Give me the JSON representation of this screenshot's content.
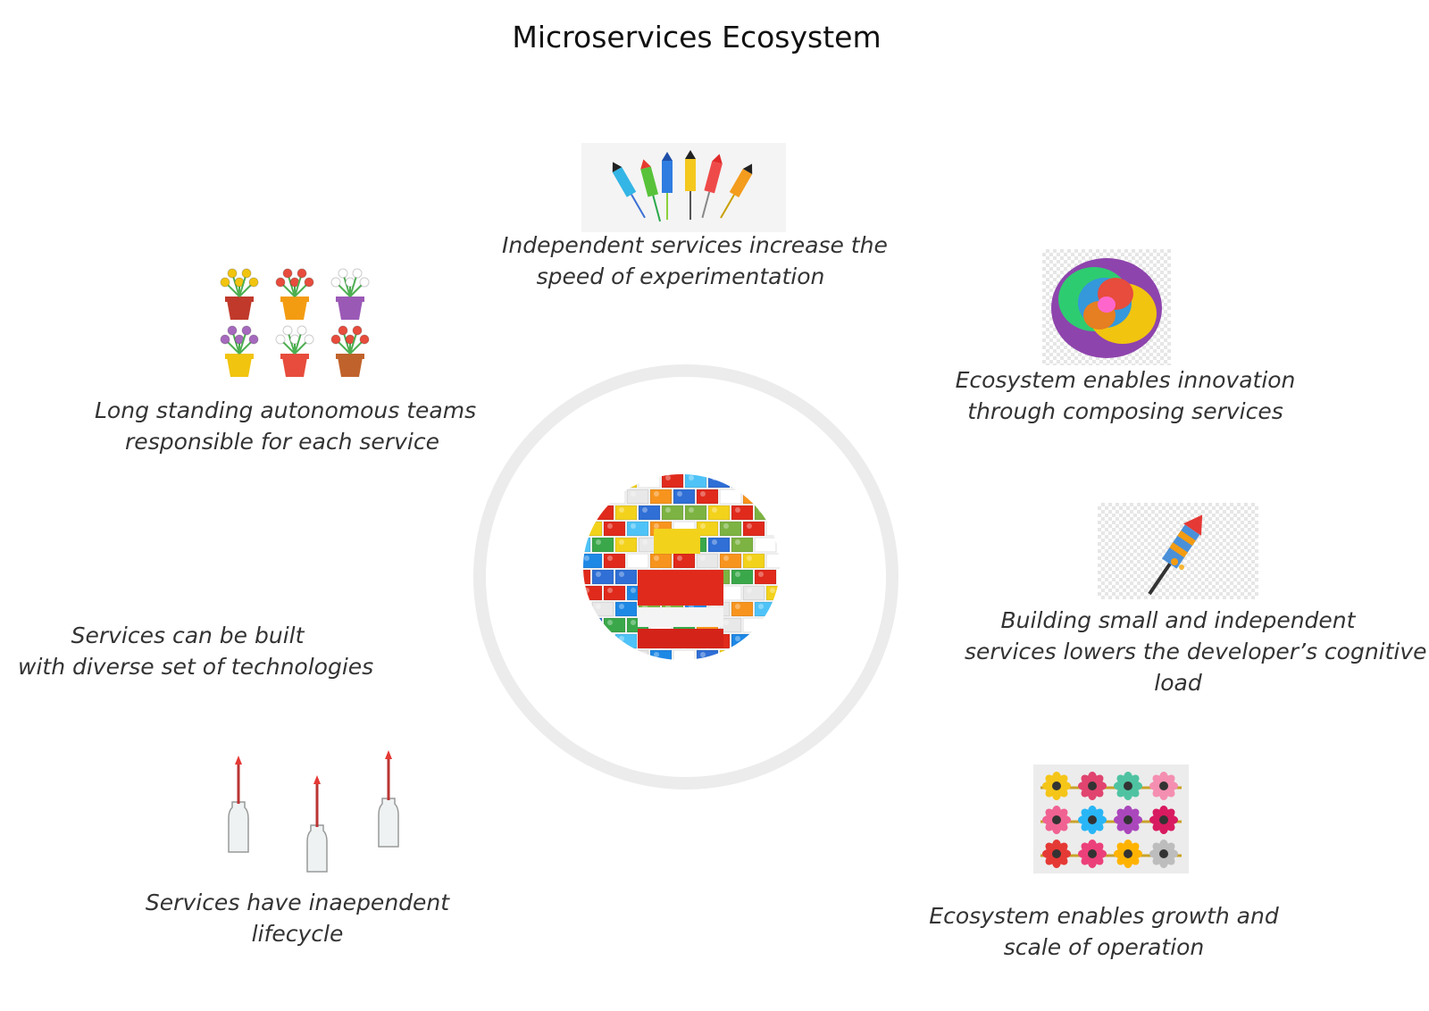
{
  "title": "Microservices Ecosystem",
  "center": {
    "icon": "lego-ball-icon"
  },
  "items": [
    {
      "id": "experimentation",
      "icon": "fireworks-rockets-icon",
      "lines": [
        "Independent services increase the",
        "speed of experimentation"
      ]
    },
    {
      "id": "innovation",
      "icon": "rainbow-rose-icon",
      "lines": [
        "Ecosystem enables innovation",
        "through composing services"
      ]
    },
    {
      "id": "cognitive-load",
      "icon": "single-rocket-icon",
      "lines": [
        "Building small and independent",
        "services lowers the developer’s cognitive",
        "load"
      ]
    },
    {
      "id": "growth",
      "icon": "paper-flowers-icon",
      "lines": [
        "Ecosystem enables growth and",
        "scale of operation"
      ]
    },
    {
      "id": "lifecycle",
      "icon": "bottle-rockets-icon",
      "lines": [
        "Services have inaependent",
        "lifecycle"
      ]
    },
    {
      "id": "technologies",
      "icon": "",
      "lines": [
        "Services can be built",
        "with diverse set of technologies"
      ]
    },
    {
      "id": "teams",
      "icon": "potted-flowers-icon",
      "lines": [
        "Long standing autonomous teams",
        "responsible for each service"
      ]
    }
  ]
}
